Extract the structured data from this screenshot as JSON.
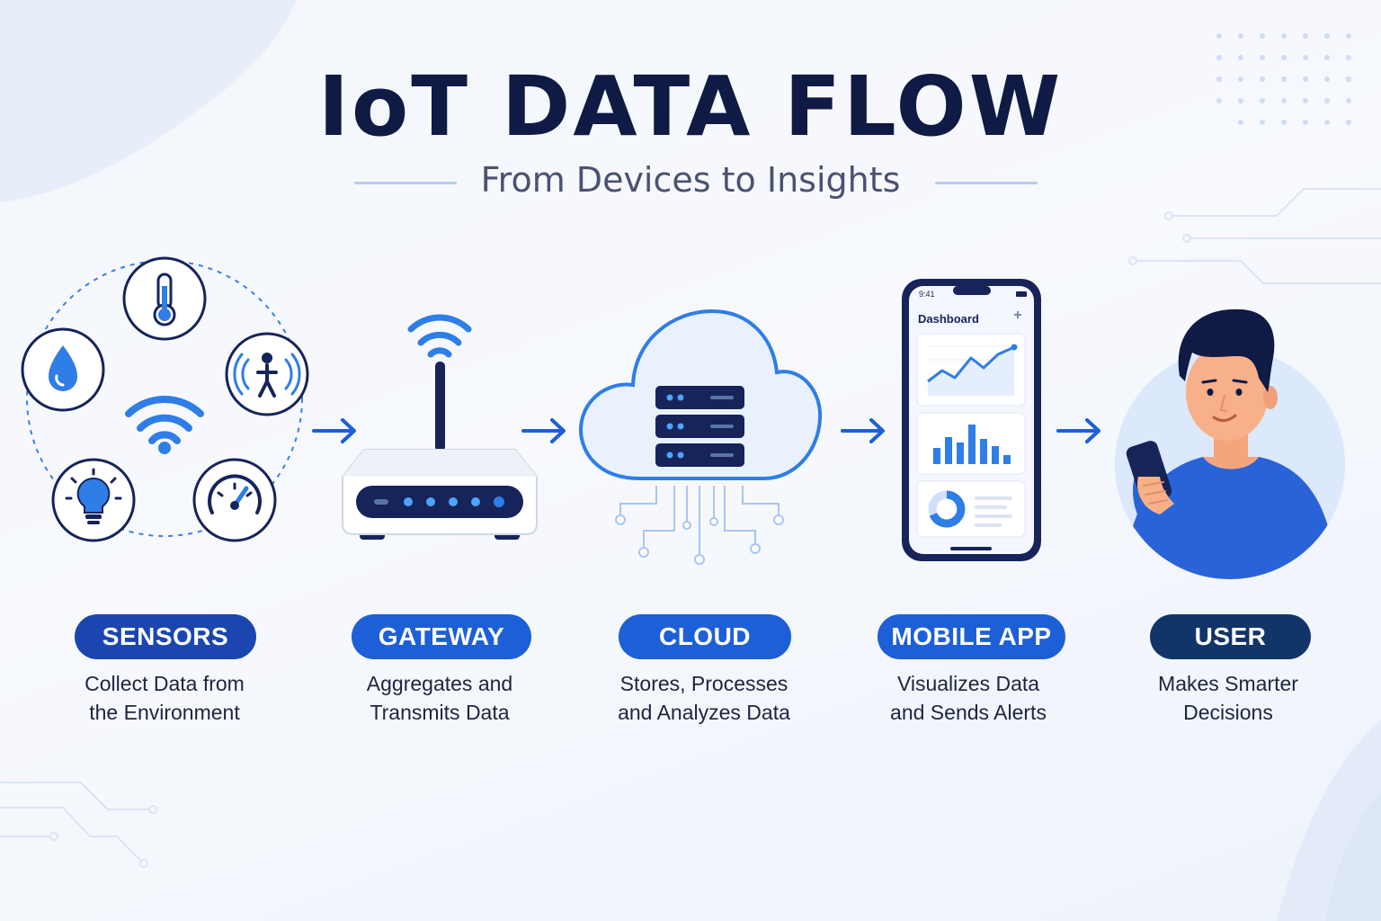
{
  "header": {
    "title": "IoT DATA FLOW",
    "subtitle": "From Devices to Insights"
  },
  "colors": {
    "navy": "#0f1a45",
    "primary_blue": "#1d5fd6",
    "sensors_pill": "#1b46b0",
    "user_pill": "#113569",
    "light_blue": "#dbe7fa"
  },
  "stages": [
    {
      "label": "SENSORS",
      "desc_line1": "Collect Data from",
      "desc_line2": "the Environment",
      "icon": "sensor-cluster-icon"
    },
    {
      "label": "GATEWAY",
      "desc_line1": "Aggregates and",
      "desc_line2": "Transmits Data",
      "icon": "router-icon"
    },
    {
      "label": "CLOUD",
      "desc_line1": "Stores, Processes",
      "desc_line2": "and Analyzes Data",
      "icon": "cloud-server-icon"
    },
    {
      "label": "MOBILE APP",
      "desc_line1": "Visualizes Data",
      "desc_line2": "and Sends Alerts",
      "icon": "smartphone-icon"
    },
    {
      "label": "USER",
      "desc_line1": "Makes Smarter",
      "desc_line2": "Decisions",
      "icon": "person-with-phone-icon"
    }
  ],
  "phone": {
    "time": "9:41",
    "screen_title": "Dashboard"
  },
  "sensor_icons": [
    "thermometer-icon",
    "motion-icon",
    "gauge-icon",
    "lightbulb-icon",
    "water-drop-icon",
    "wifi-icon"
  ]
}
